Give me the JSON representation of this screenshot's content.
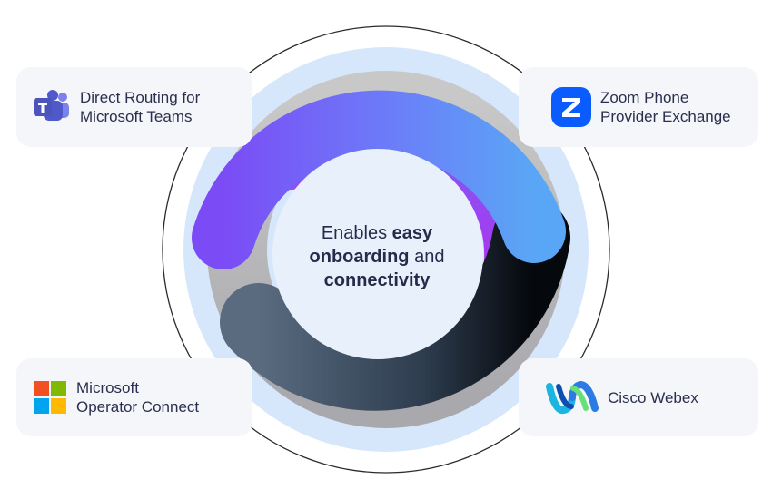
{
  "cards": {
    "teams": {
      "label": "Direct Routing for\nMicrosoft Teams",
      "icon": "microsoft-teams-icon"
    },
    "zoom": {
      "label": "Zoom Phone\nProvider Exchange",
      "icon": "zoom-icon"
    },
    "operator_connect": {
      "label": "Microsoft\nOperator Connect",
      "icon": "microsoft-logo-icon"
    },
    "webex": {
      "label": "Cisco Webex",
      "icon": "cisco-webex-icon"
    }
  },
  "center": {
    "word1": "Enables",
    "word2": "easy",
    "word3": "onboarding",
    "word4": "and",
    "word5": "connectivity"
  },
  "colors": {
    "purple": "#7b53f5",
    "blue": "#5a9df7",
    "magenta": "#c21cf0",
    "dark": "#1f2c3b",
    "card_bg": "#f4f6fa"
  }
}
